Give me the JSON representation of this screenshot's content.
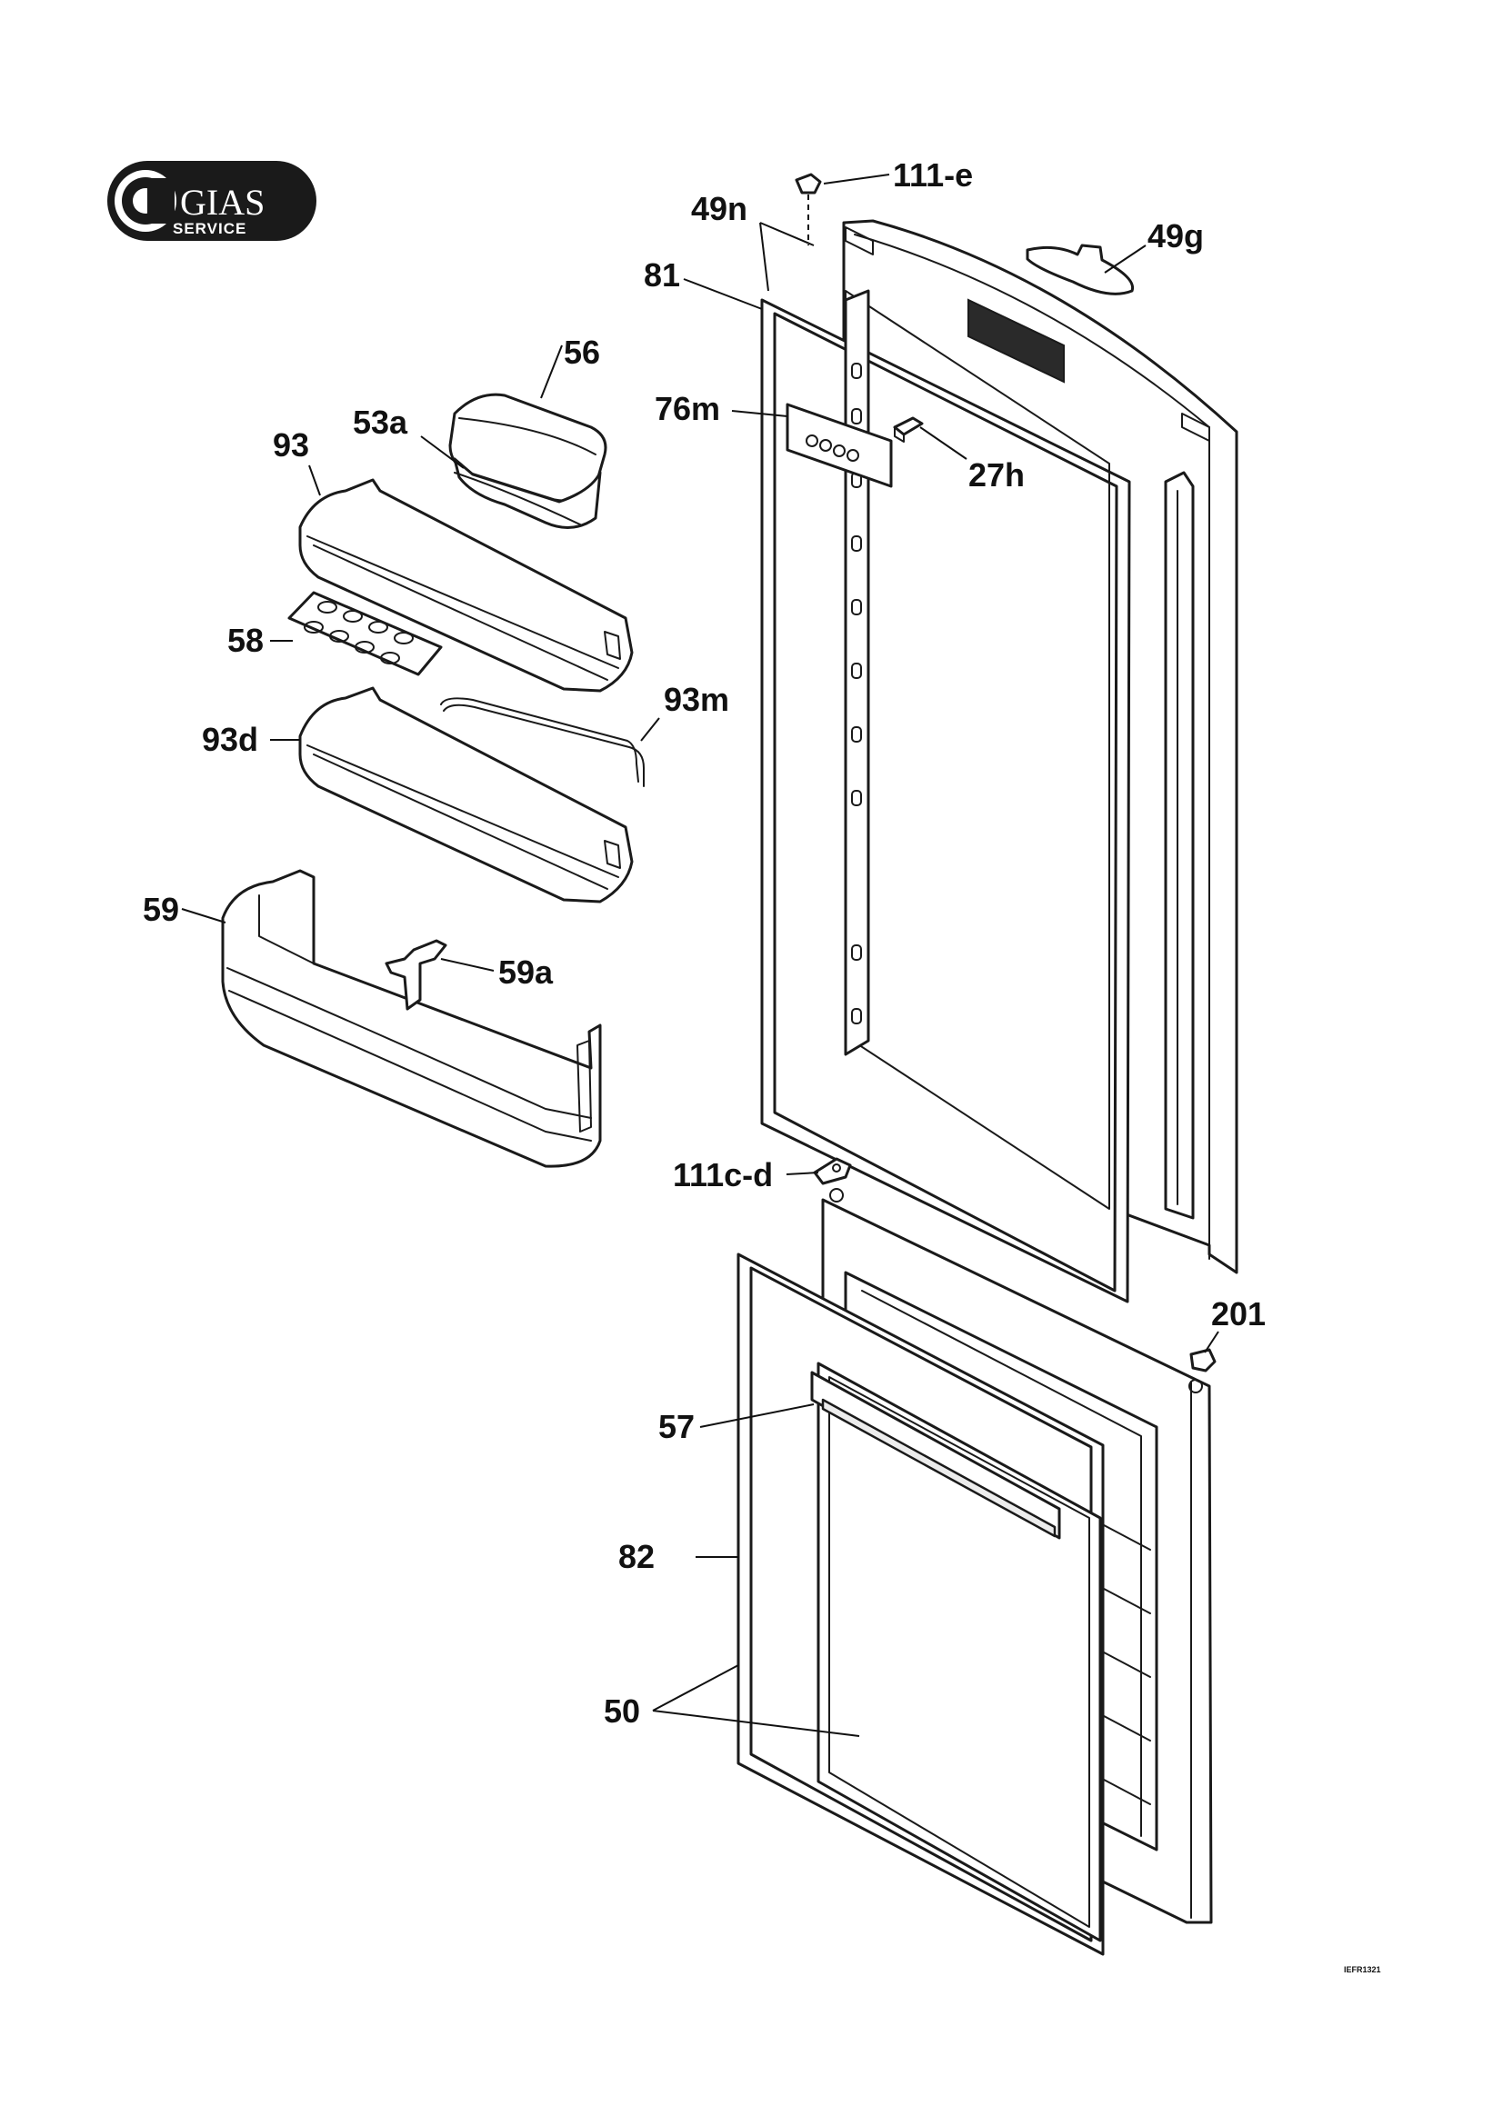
{
  "logo": {
    "main": "GIAS",
    "sub": "SERVICE"
  },
  "labels": {
    "p111e": "111-e",
    "p49n": "49n",
    "p49g": "49g",
    "p81": "81",
    "p56": "56",
    "p53a": "53a",
    "p93": "93",
    "p76m": "76m",
    "p27h": "27h",
    "p58": "58",
    "p93m": "93m",
    "p93d": "93d",
    "p59": "59",
    "p59a": "59a",
    "p111cd": "111c-d",
    "p201": "201",
    "p57": "57",
    "p82": "82",
    "p50": "50"
  },
  "drawing_code": "IEFR1321"
}
